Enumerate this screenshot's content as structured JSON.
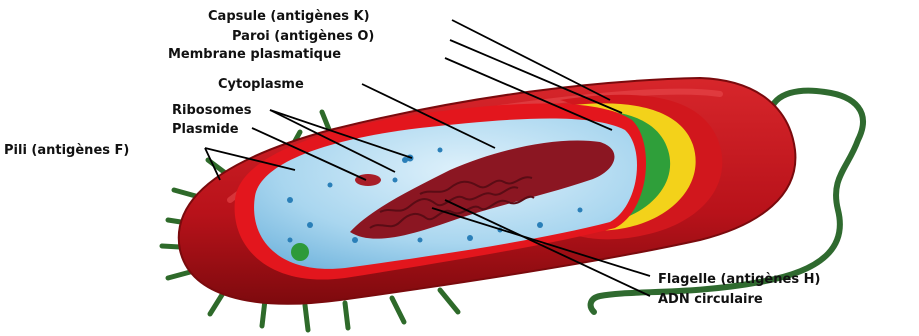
{
  "labels": {
    "capsule": "Capsule (antigènes K)",
    "paroi": "Paroi (antigènes O)",
    "membrane": "Membrane plasmatique",
    "cytoplasme": "Cytoplasme",
    "ribosomes": "Ribosomes",
    "plasmide": "Plasmide",
    "pili": "Pili (antigènes F)",
    "flagelle": "Flagelle (antigènes H)",
    "adn": "ADN circulaire"
  },
  "colors": {
    "capsule": "#c8151b",
    "capsule_dark": "#8f0b10",
    "paroi": "#e7141c",
    "yellow_layer": "#f3d21a",
    "green_layer": "#2f9f3a",
    "cytoplasm": "#a9d6ef",
    "dna": "#8b1622",
    "pili": "#2e6a2a",
    "flagellum": "#2f6a2f"
  }
}
